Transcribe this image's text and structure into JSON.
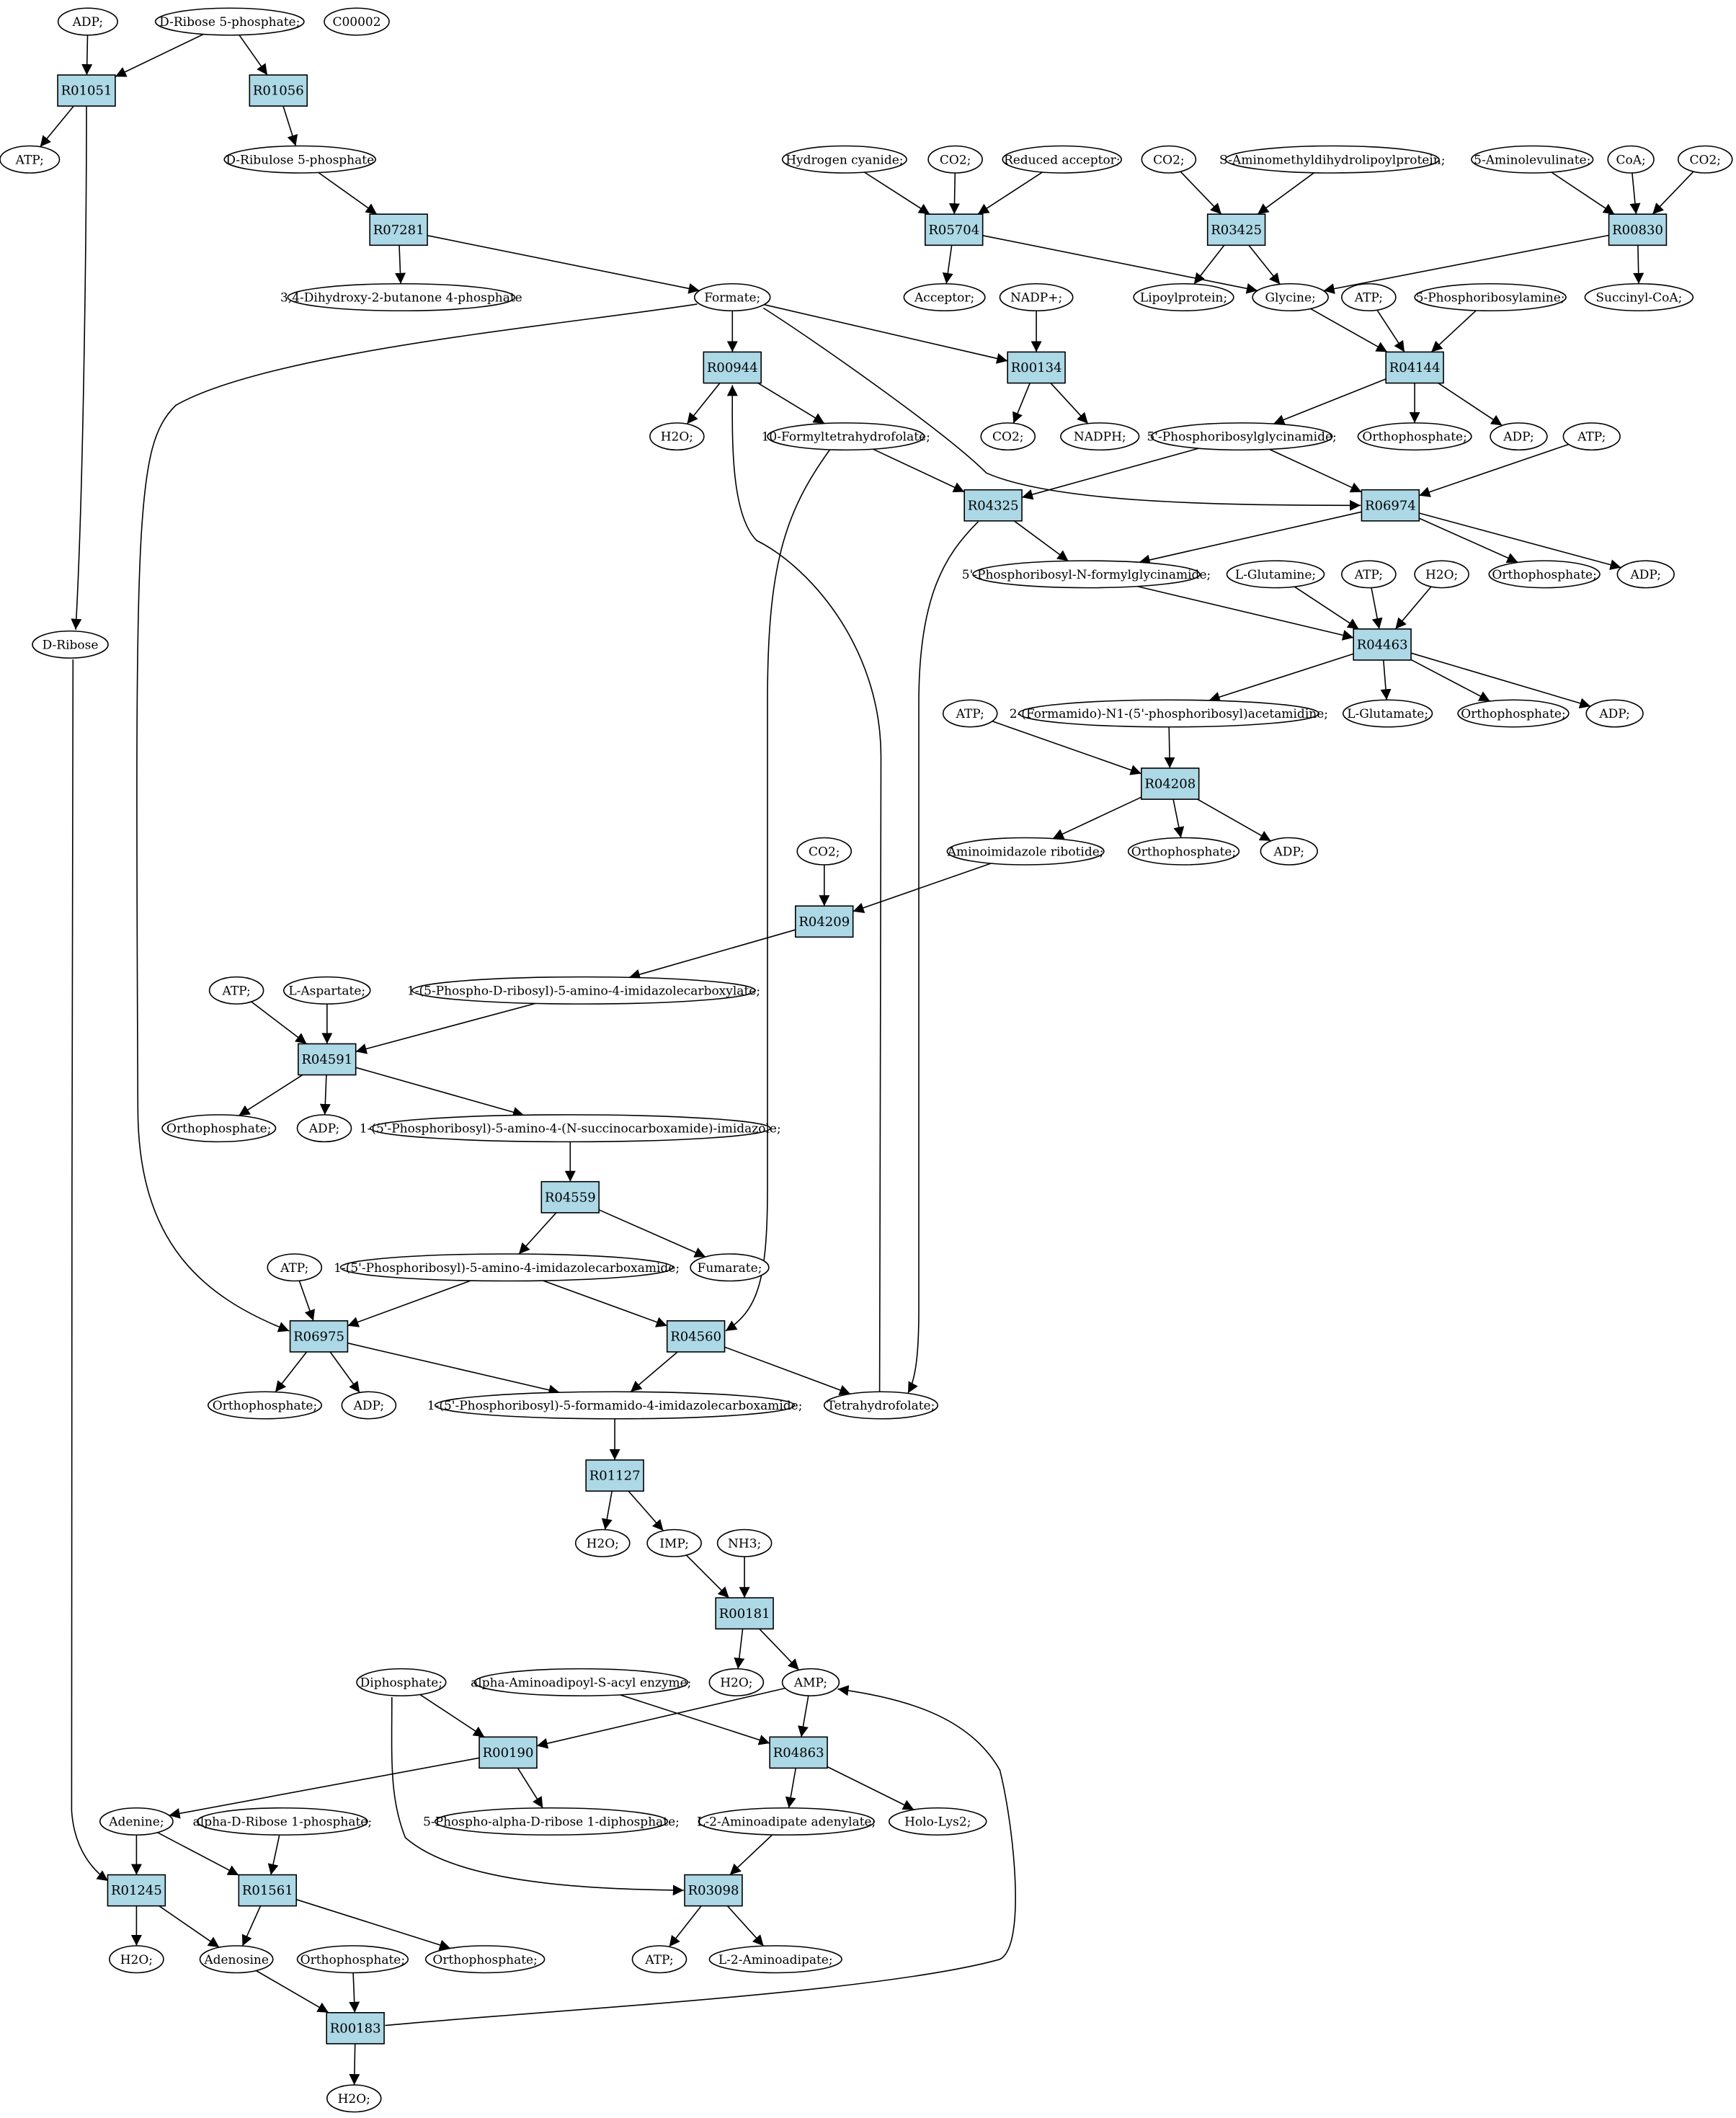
{
  "colors": {
    "start": "#00ff00",
    "target": "#ffff00",
    "compound": "#ffffff",
    "reaction": "#add8e6",
    "line": "#000000"
  },
  "compounds": [
    {
      "id": "c1",
      "label": "ADP;"
    },
    {
      "id": "c2",
      "label": "D-Ribose 5-phosphate;",
      "role": "start"
    },
    {
      "id": "c3",
      "label": "C00002",
      "role": "target"
    },
    {
      "id": "c4",
      "label": "ATP;"
    },
    {
      "id": "c5",
      "label": "D-Ribulose 5-phosphate"
    },
    {
      "id": "c6",
      "label": "Hydrogen cyanide;"
    },
    {
      "id": "c7",
      "label": "CO2;"
    },
    {
      "id": "c8",
      "label": "Reduced acceptor;"
    },
    {
      "id": "c9",
      "label": "CO2;"
    },
    {
      "id": "c10",
      "label": "S-Aminomethyldihydrolipoylprotein;"
    },
    {
      "id": "c11",
      "label": "5-Aminolevulinate;"
    },
    {
      "id": "c12",
      "label": "CoA;"
    },
    {
      "id": "c13",
      "label": "CO2;"
    },
    {
      "id": "c14",
      "label": "3,4-Dihydroxy-2-butanone 4-phosphate"
    },
    {
      "id": "c15",
      "label": "Formate;"
    },
    {
      "id": "c16",
      "label": "Acceptor;"
    },
    {
      "id": "c17",
      "label": "NADP+;"
    },
    {
      "id": "c18",
      "label": "Lipoylprotein;"
    },
    {
      "id": "c19",
      "label": "Glycine;"
    },
    {
      "id": "c20",
      "label": "ATP;"
    },
    {
      "id": "c21",
      "label": "5-Phosphoribosylamine;"
    },
    {
      "id": "c22",
      "label": "Succinyl-CoA;"
    },
    {
      "id": "c23",
      "label": "H2O;"
    },
    {
      "id": "c24",
      "label": "10-Formyltetrahydrofolate;"
    },
    {
      "id": "c25",
      "label": "CO2;"
    },
    {
      "id": "c26",
      "label": "NADPH;"
    },
    {
      "id": "c27",
      "label": "5'-Phosphoribosylglycinamide;"
    },
    {
      "id": "c28",
      "label": "Orthophosphate;"
    },
    {
      "id": "c29",
      "label": "ADP;"
    },
    {
      "id": "c30",
      "label": "ATP;"
    },
    {
      "id": "c31",
      "label": "5'-Phosphoribosyl-N-formylglycinamide;"
    },
    {
      "id": "c32",
      "label": "L-Glutamine;"
    },
    {
      "id": "c33",
      "label": "ATP;"
    },
    {
      "id": "c34",
      "label": "H2O;"
    },
    {
      "id": "c35",
      "label": "Orthophosphate;"
    },
    {
      "id": "c36",
      "label": "ADP;"
    },
    {
      "id": "c37",
      "label": "D-Ribose"
    },
    {
      "id": "c38",
      "label": "ATP;"
    },
    {
      "id": "c39",
      "label": "2-(Formamido)-N1-(5'-phosphoribosyl)acetamidine;"
    },
    {
      "id": "c40",
      "label": "L-Glutamate;"
    },
    {
      "id": "c41",
      "label": "Orthophosphate;"
    },
    {
      "id": "c42",
      "label": "ADP;"
    },
    {
      "id": "c43",
      "label": "CO2;"
    },
    {
      "id": "c44",
      "label": "Aminoimidazole ribotide;"
    },
    {
      "id": "c45",
      "label": "Orthophosphate;"
    },
    {
      "id": "c46",
      "label": "ADP;"
    },
    {
      "id": "c47",
      "label": "ATP;"
    },
    {
      "id": "c48",
      "label": "L-Aspartate;"
    },
    {
      "id": "c49",
      "label": "1-(5-Phospho-D-ribosyl)-5-amino-4-imidazolecarboxylate;"
    },
    {
      "id": "c50",
      "label": "Orthophosphate;"
    },
    {
      "id": "c51",
      "label": "ADP;"
    },
    {
      "id": "c52",
      "label": "1-(5'-Phosphoribosyl)-5-amino-4-(N-succinocarboxamide)-imidazole;"
    },
    {
      "id": "c53",
      "label": "ATP;"
    },
    {
      "id": "c54",
      "label": "1-(5'-Phosphoribosyl)-5-amino-4-imidazolecarboxamide;"
    },
    {
      "id": "c55",
      "label": "Fumarate;"
    },
    {
      "id": "c56",
      "label": "Orthophosphate;"
    },
    {
      "id": "c57",
      "label": "ADP;"
    },
    {
      "id": "c58",
      "label": "1-(5'-Phosphoribosyl)-5-formamido-4-imidazolecarboxamide;"
    },
    {
      "id": "c59",
      "label": "Tetrahydrofolate;"
    },
    {
      "id": "c60",
      "label": "H2O;"
    },
    {
      "id": "c61",
      "label": "IMP;"
    },
    {
      "id": "c62",
      "label": "NH3;"
    },
    {
      "id": "c63",
      "label": "H2O;"
    },
    {
      "id": "c64",
      "label": "AMP;"
    },
    {
      "id": "c65",
      "label": "Diphosphate;"
    },
    {
      "id": "c66",
      "label": "alpha-Aminoadipoyl-S-acyl enzyme;"
    },
    {
      "id": "c67",
      "label": "Adenine;"
    },
    {
      "id": "c68",
      "label": "alpha-D-Ribose 1-phosphate;"
    },
    {
      "id": "c69",
      "label": "5-Phospho-alpha-D-ribose 1-diphosphate;"
    },
    {
      "id": "c70",
      "label": "L-2-Aminoadipate adenylate;"
    },
    {
      "id": "c71",
      "label": "Holo-Lys2;"
    },
    {
      "id": "c72",
      "label": "H2O;"
    },
    {
      "id": "c73",
      "label": "Adenosine"
    },
    {
      "id": "c74",
      "label": "Orthophosphate;"
    },
    {
      "id": "c75",
      "label": "Orthophosphate;"
    },
    {
      "id": "c76",
      "label": "ATP;"
    },
    {
      "id": "c77",
      "label": "L-2-Aminoadipate;"
    },
    {
      "id": "c78",
      "label": "H2O;"
    }
  ],
  "reactions": [
    {
      "id": "r1",
      "label": "R01051"
    },
    {
      "id": "r2",
      "label": "R01056"
    },
    {
      "id": "r3",
      "label": "R07281"
    },
    {
      "id": "r4",
      "label": "R05704"
    },
    {
      "id": "r5",
      "label": "R03425"
    },
    {
      "id": "r6",
      "label": "R00830"
    },
    {
      "id": "r7",
      "label": "R00944"
    },
    {
      "id": "r8",
      "label": "R00134"
    },
    {
      "id": "r9",
      "label": "R04144"
    },
    {
      "id": "r10",
      "label": "R04325"
    },
    {
      "id": "r11",
      "label": "R06974"
    },
    {
      "id": "r12",
      "label": "R04463"
    },
    {
      "id": "r13",
      "label": "R04208"
    },
    {
      "id": "r14",
      "label": "R04209"
    },
    {
      "id": "r15",
      "label": "R04591"
    },
    {
      "id": "r16",
      "label": "R04559"
    },
    {
      "id": "r17",
      "label": "R06975"
    },
    {
      "id": "r18",
      "label": "R04560"
    },
    {
      "id": "r19",
      "label": "R01127"
    },
    {
      "id": "r20",
      "label": "R00181"
    },
    {
      "id": "r21",
      "label": "R00190"
    },
    {
      "id": "r22",
      "label": "R04863"
    },
    {
      "id": "r23",
      "label": "R01245"
    },
    {
      "id": "r24",
      "label": "R01561"
    },
    {
      "id": "r25",
      "label": "R03098"
    },
    {
      "id": "r26",
      "label": "R00183"
    }
  ],
  "edges": [
    [
      "c1",
      "r1"
    ],
    [
      "c2",
      "r1"
    ],
    [
      "c2",
      "r2"
    ],
    [
      "r1",
      "c4"
    ],
    [
      "r1",
      "c37"
    ],
    [
      "r2",
      "c5"
    ],
    [
      "c5",
      "r3"
    ],
    [
      "r3",
      "c14"
    ],
    [
      "r3",
      "c15"
    ],
    [
      "c6",
      "r4"
    ],
    [
      "c7",
      "r4"
    ],
    [
      "c8",
      "r4"
    ],
    [
      "r4",
      "c16"
    ],
    [
      "r4",
      "c19"
    ],
    [
      "c9",
      "r5"
    ],
    [
      "c10",
      "r5"
    ],
    [
      "r5",
      "c18"
    ],
    [
      "r5",
      "c19"
    ],
    [
      "c11",
      "r6"
    ],
    [
      "c12",
      "r6"
    ],
    [
      "c13",
      "r6"
    ],
    [
      "r6",
      "c19"
    ],
    [
      "r6",
      "c22"
    ],
    [
      "c15",
      "r7"
    ],
    [
      "c59",
      "r7"
    ],
    [
      "r7",
      "c23"
    ],
    [
      "r7",
      "c24"
    ],
    [
      "c15",
      "r8"
    ],
    [
      "c17",
      "r8"
    ],
    [
      "r8",
      "c25"
    ],
    [
      "r8",
      "c26"
    ],
    [
      "c19",
      "r9"
    ],
    [
      "c20",
      "r9"
    ],
    [
      "c21",
      "r9"
    ],
    [
      "r9",
      "c27"
    ],
    [
      "r9",
      "c28"
    ],
    [
      "r9",
      "c29"
    ],
    [
      "c24",
      "r10"
    ],
    [
      "c27",
      "r10"
    ],
    [
      "r10",
      "c31"
    ],
    [
      "r10",
      "c59"
    ],
    [
      "c15",
      "r11"
    ],
    [
      "c27",
      "r11"
    ],
    [
      "c30",
      "r11"
    ],
    [
      "r11",
      "c31"
    ],
    [
      "r11",
      "c35"
    ],
    [
      "r11",
      "c36"
    ],
    [
      "c31",
      "r12"
    ],
    [
      "c32",
      "r12"
    ],
    [
      "c33",
      "r12"
    ],
    [
      "c34",
      "r12"
    ],
    [
      "r12",
      "c39"
    ],
    [
      "r12",
      "c40"
    ],
    [
      "r12",
      "c41"
    ],
    [
      "r12",
      "c42"
    ],
    [
      "c38",
      "r13"
    ],
    [
      "c39",
      "r13"
    ],
    [
      "r13",
      "c44"
    ],
    [
      "r13",
      "c45"
    ],
    [
      "r13",
      "c46"
    ],
    [
      "c43",
      "r14"
    ],
    [
      "c44",
      "r14"
    ],
    [
      "r14",
      "c49"
    ],
    [
      "c47",
      "r15"
    ],
    [
      "c48",
      "r15"
    ],
    [
      "c49",
      "r15"
    ],
    [
      "r15",
      "c50"
    ],
    [
      "r15",
      "c51"
    ],
    [
      "r15",
      "c52"
    ],
    [
      "c52",
      "r16"
    ],
    [
      "r16",
      "c54"
    ],
    [
      "r16",
      "c55"
    ],
    [
      "c15",
      "r17"
    ],
    [
      "c53",
      "r17"
    ],
    [
      "c54",
      "r17"
    ],
    [
      "r17",
      "c56"
    ],
    [
      "r17",
      "c57"
    ],
    [
      "r17",
      "c58"
    ],
    [
      "c24",
      "r18"
    ],
    [
      "c54",
      "r18"
    ],
    [
      "r18",
      "c58"
    ],
    [
      "r18",
      "c59"
    ],
    [
      "c58",
      "r19"
    ],
    [
      "r19",
      "c60"
    ],
    [
      "r19",
      "c61"
    ],
    [
      "c61",
      "r20"
    ],
    [
      "c62",
      "r20"
    ],
    [
      "r20",
      "c63"
    ],
    [
      "r20",
      "c64"
    ],
    [
      "c65",
      "r21"
    ],
    [
      "c64",
      "r21"
    ],
    [
      "r21",
      "c67"
    ],
    [
      "r21",
      "c69"
    ],
    [
      "c64",
      "r22"
    ],
    [
      "c66",
      "r22"
    ],
    [
      "r22",
      "c70"
    ],
    [
      "r22",
      "c71"
    ],
    [
      "c37",
      "r23"
    ],
    [
      "c67",
      "r23"
    ],
    [
      "r23",
      "c72"
    ],
    [
      "r23",
      "c73"
    ],
    [
      "c67",
      "r24"
    ],
    [
      "c68",
      "r24"
    ],
    [
      "r24",
      "c73"
    ],
    [
      "r24",
      "c75"
    ],
    [
      "c65",
      "r25"
    ],
    [
      "c70",
      "r25"
    ],
    [
      "r25",
      "c76"
    ],
    [
      "r25",
      "c77"
    ],
    [
      "c73",
      "r26"
    ],
    [
      "c74",
      "r26"
    ],
    [
      "r26",
      "c64"
    ],
    [
      "r26",
      "c78"
    ]
  ]
}
